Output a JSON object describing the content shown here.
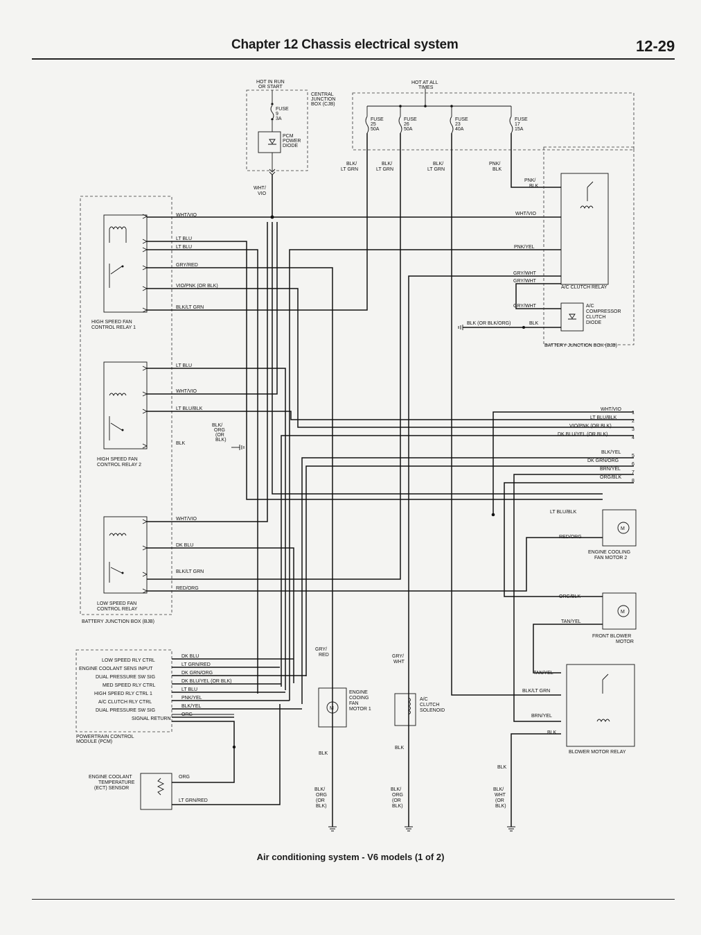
{
  "header": {
    "chapter": "Chapter 12  Chassis electrical system",
    "page": "12-29"
  },
  "caption": "Air conditioning system - V6 models (1 of 2)",
  "diagram": {
    "hot_in_run": [
      "HOT IN RUN",
      "OR START"
    ],
    "hot_at_all": [
      "HOT AT ALL",
      "TIMES"
    ],
    "cjb": [
      "CENTRAL",
      "JUNCTION",
      "BOX (CJB)"
    ],
    "fuse_9": [
      "FUSE",
      "9",
      "3A"
    ],
    "pcm_diode": [
      "PCM",
      "POWER",
      "DIODE"
    ],
    "fuses": [
      [
        "FUSE",
        "25",
        "50A"
      ],
      [
        "FUSE",
        "26",
        "50A"
      ],
      [
        "FUSE",
        "23",
        "40A"
      ],
      [
        "FUSE",
        "17",
        "15A"
      ]
    ],
    "fuse_wires": [
      [
        "BLK/",
        "LT GRN"
      ],
      [
        "BLK/",
        "LT GRN"
      ],
      [
        "BLK/",
        "LT GRN"
      ],
      [
        "PNK/",
        "BLK"
      ]
    ],
    "wht_vio": [
      "WHT/",
      "VIO"
    ],
    "relay1_wires": [
      "WHT/VIO",
      "LT BLU",
      "LT BLU",
      "GRY/RED",
      "VIO/PNK (OR BLK)",
      "BLK/LT GRN"
    ],
    "relay1_label": [
      "HIGH SPEED FAN",
      "CONTROL RELAY 1"
    ],
    "relay2_wires": [
      "LT BLU",
      "WHT/VIO",
      "LT BLU/BLK",
      "BLK"
    ],
    "relay2_gnd": [
      "BLK/",
      "ORG",
      "(OR",
      "BLK)"
    ],
    "relay2_label": [
      "HIGH SPEED FAN",
      "CONTROL RELAY 2"
    ],
    "relay3_wires": [
      "WHT/VIO",
      "DK BLU",
      "BLK/LT GRN",
      "RED/ORG"
    ],
    "relay3_label": [
      "LOW SPEED FAN",
      "CONTROL RELAY"
    ],
    "bjb_left": "BATTERY JUNCTION BOX (BJB)",
    "ac_relay_wires": [
      "PNK/",
      "BLK",
      "WHT/VIO",
      "PNK/YEL",
      "GRY/WHT",
      "GRY/WHT"
    ],
    "ac_relay_label": "A/C CLUTCH RELAY",
    "diode_wire": "GRY/WHT",
    "diode_label": [
      "A/C",
      "COMPRESSOR",
      "CLUTCH",
      "DIODE"
    ],
    "diode_gnd": [
      "BLK (OR BLK/ORG)",
      "BLK"
    ],
    "bjb_right": "BATTERY JUNCTION BOX (BJB)",
    "connector": [
      {
        "n": "1",
        "wire": "WHT/VIO"
      },
      {
        "n": "2",
        "wire": "LT BLU/BLK"
      },
      {
        "n": "3",
        "wire": "VIO/PNK (OR BLK)"
      },
      {
        "n": "4",
        "wire": "DK BLU/YEL (OR BLK)"
      },
      {
        "n": "5",
        "wire": "BLK/YEL"
      },
      {
        "n": "6",
        "wire": "DK GRN/ORG"
      },
      {
        "n": "7",
        "wire": "BRN/YEL"
      },
      {
        "n": "8",
        "wire": "ORG/BLK"
      }
    ],
    "fan2_wires": [
      "LT BLU/BLK",
      "RED/ORG"
    ],
    "fan2_label": [
      "ENGINE COOLING",
      "FAN MOTOR 2"
    ],
    "blower_wires": [
      "ORG/BLK",
      "TAN/YEL"
    ],
    "blower_label": [
      "FRONT BLOWER",
      "MOTOR"
    ],
    "blower_relay_wires": [
      "TAN/YEL",
      "BLK/LT GRN",
      "BRN/YEL",
      "BLK"
    ],
    "blower_relay_label": "BLOWER MOTOR RELAY",
    "pcm_pins": [
      {
        "label": "LOW SPEED RLY CTRL",
        "wire": "DK BLU"
      },
      {
        "label": "ENGINE COOLANT SENS INPUT",
        "wire": "LT GRN/RED"
      },
      {
        "label": "DUAL PRESSURE SW SIG",
        "wire": "DK GRN/ORG"
      },
      {
        "label": "MED SPEED RLY CTRL",
        "wire": "DK BLU/YEL (OR BLK)"
      },
      {
        "label": "HIGH SPEED RLY CTRL 1",
        "wire": "LT BLU"
      },
      {
        "label": "A/C CLUTCH RLY CTRL",
        "wire": "PNK/YEL"
      },
      {
        "label": "DUAL PRESSURE SW SIG",
        "wire": "BLK/YEL"
      },
      {
        "label": "SIGNAL RETURN",
        "wire": "ORG"
      }
    ],
    "pcm_label": [
      "POWERTRAIN CONTROL",
      "MODULE (PCM)"
    ],
    "ect_label": [
      "ENGINE COOLANT",
      "TEMPERATURE",
      "(ECT) SENSOR"
    ],
    "ect_wires": [
      "ORG",
      "LT GRN/RED"
    ],
    "fan1_top": [
      "GRY/",
      "RED"
    ],
    "fan1_label": [
      "ENGINE",
      "COOING",
      "FAN",
      "MOTOR 1"
    ],
    "sol_top": [
      "GRY/",
      "WHT"
    ],
    "sol_label": [
      "A/C",
      "CLUTCH",
      "SOLENOID"
    ],
    "blk": "BLK",
    "gnd_fan1": [
      "BLK/",
      "ORG",
      "(OR",
      "BLK)"
    ],
    "gnd_sol": [
      "BLK/",
      "ORG",
      "(OR",
      "BLK)"
    ],
    "gnd_blower": [
      "BLK/",
      "WHT",
      "(OR",
      "BLK)"
    ],
    "motor_symbol": "M"
  }
}
